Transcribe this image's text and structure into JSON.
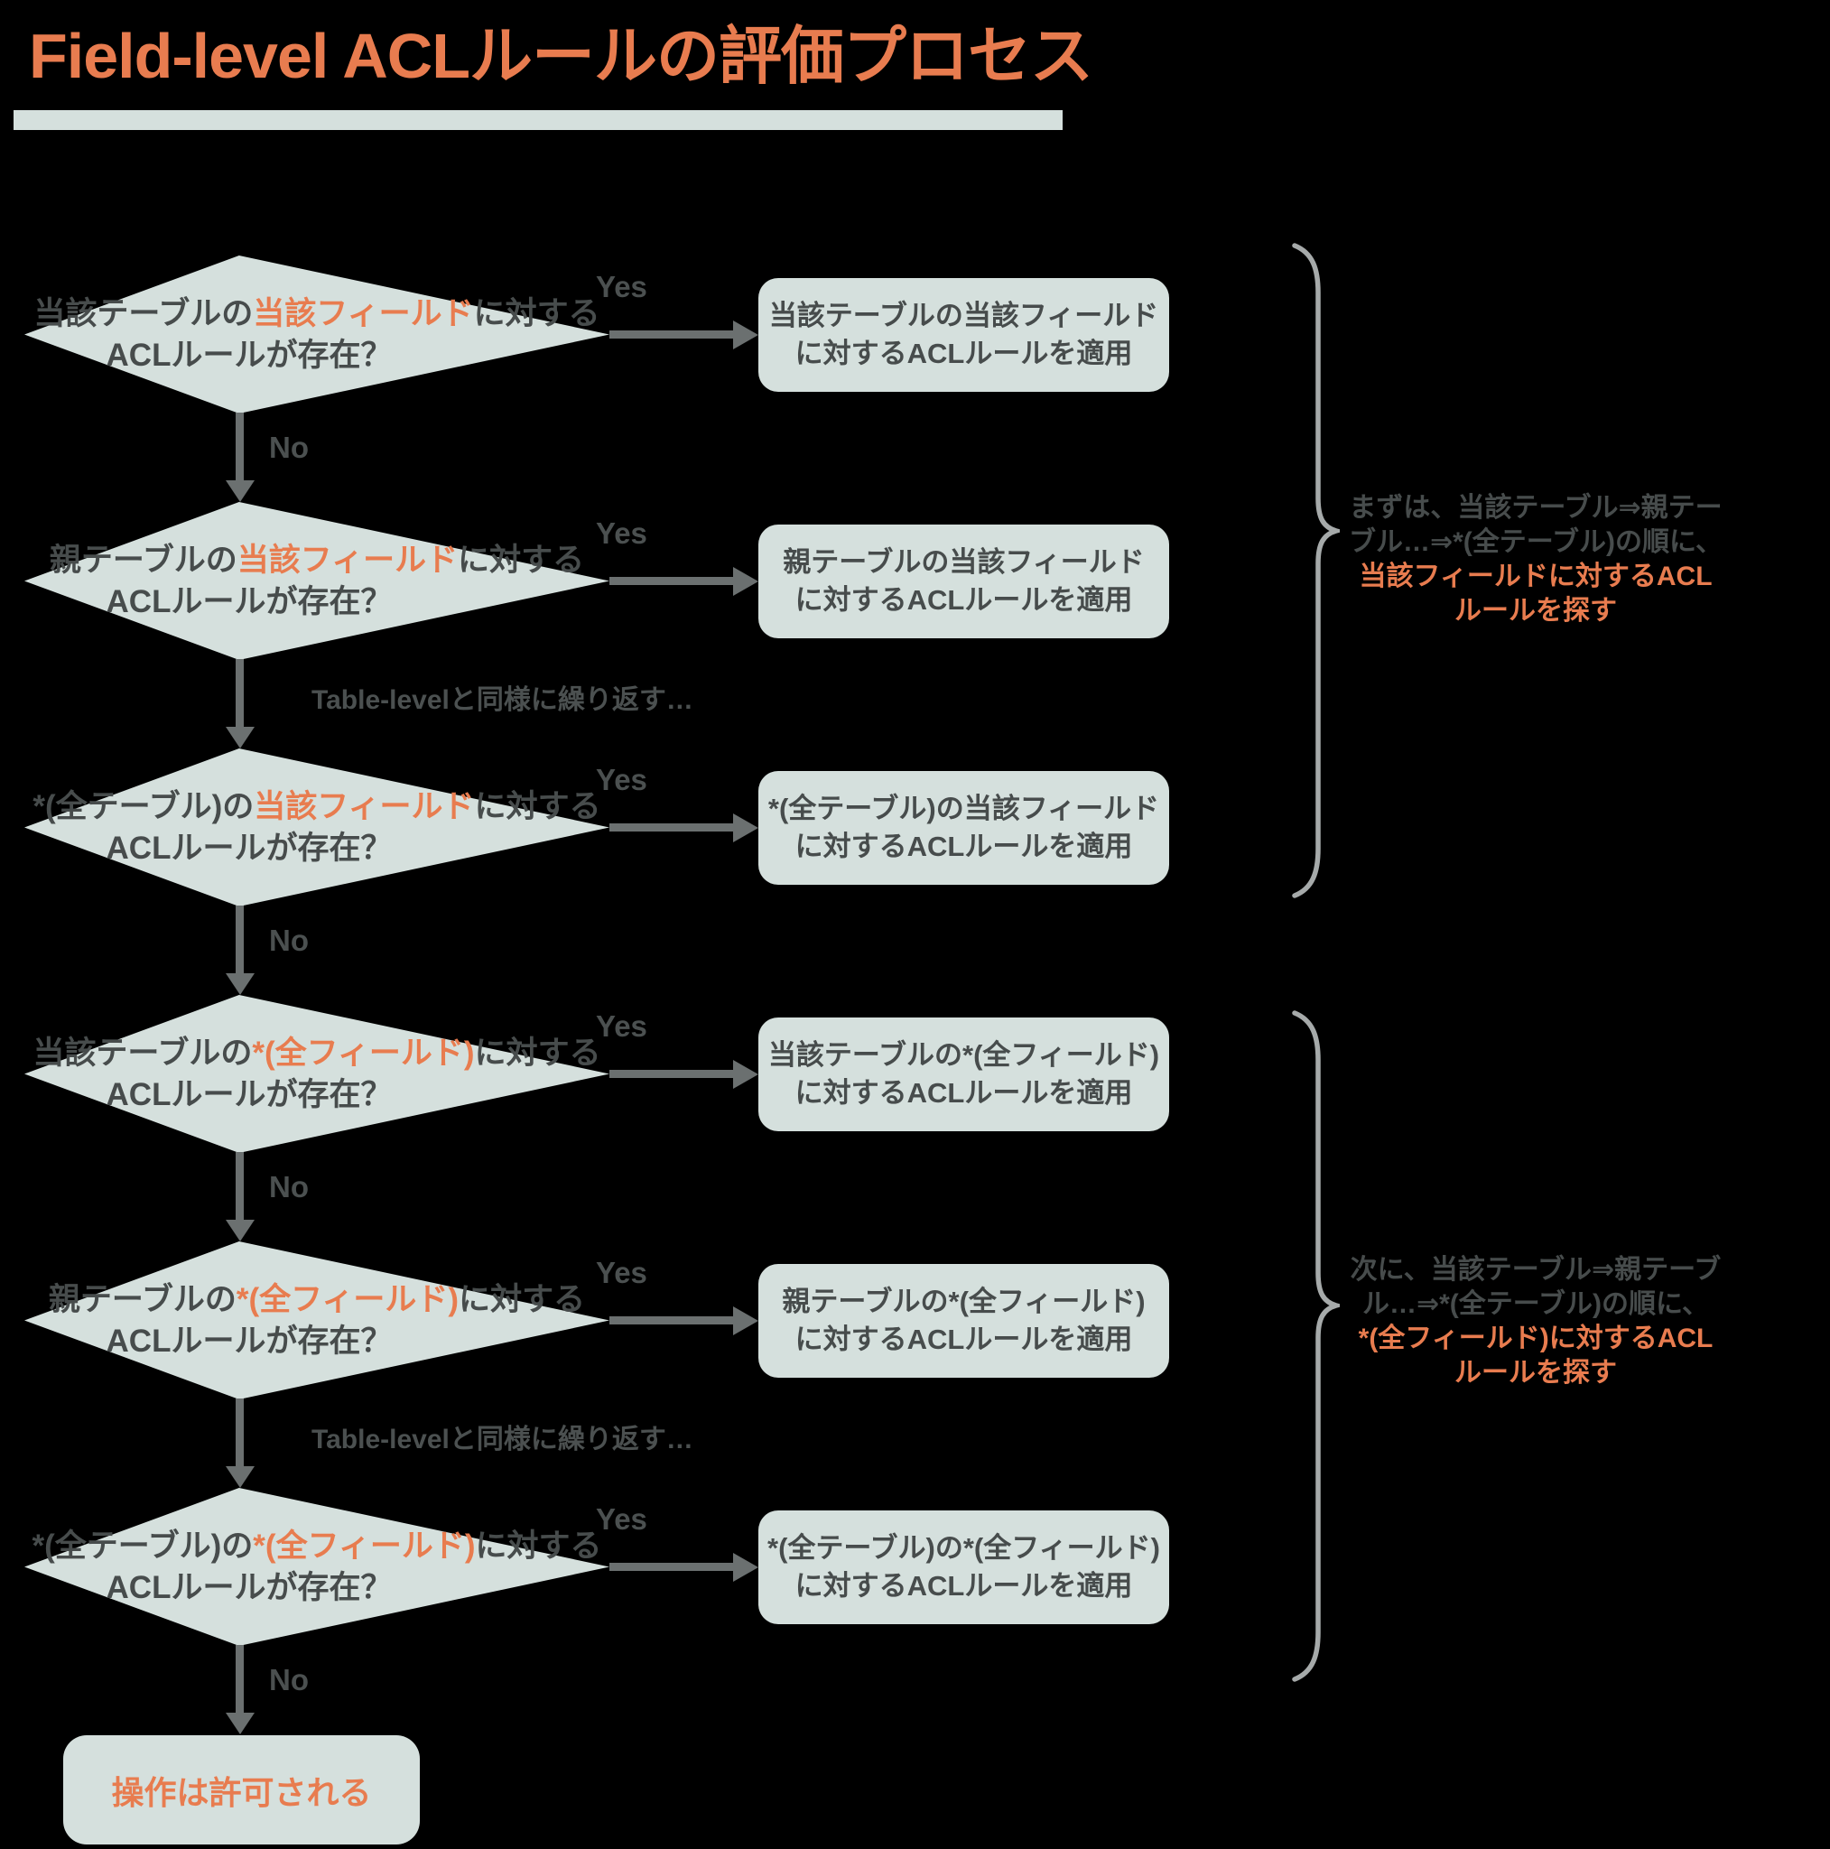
{
  "title": "Field-level ACLルールの評価プロセス",
  "labels": {
    "yes": "Yes"
  },
  "rows": [
    {
      "q_pre": "当該テーブルの",
      "q_highlight": "当該フィールド",
      "q_suffix": "に対する",
      "q_line2": "ACLルールが存在？",
      "action_line1": "当該テーブルの当該フィールド",
      "action_line2": "に対するACLルールを適用",
      "connector": "No"
    },
    {
      "q_pre": "親テーブルの",
      "q_highlight": "当該フィールド",
      "q_suffix": "に対する",
      "q_line2": "ACLルールが存在？",
      "action_line1": "親テーブルの当該フィールド",
      "action_line2": "に対するACLルールを適用",
      "connector": "Table-levelと同様に繰り返す…"
    },
    {
      "q_pre": "*(全テーブル)の",
      "q_highlight": "当該フィールド",
      "q_suffix": "に対する",
      "q_line2": "ACLルールが存在？",
      "action_line1": "*(全テーブル)の当該フィールド",
      "action_line2": "に対するACLルールを適用",
      "connector": "No"
    },
    {
      "q_pre": "当該テーブルの",
      "q_highlight": "*(全フィールド)",
      "q_suffix": "に対する",
      "q_line2": "ACLルールが存在？",
      "action_line1": "当該テーブルの*(全フィールド)",
      "action_line2": "に対するACLルールを適用",
      "connector": "No"
    },
    {
      "q_pre": "親テーブルの",
      "q_highlight": "*(全フィールド)",
      "q_suffix": "に対する",
      "q_line2": "ACLルールが存在？",
      "action_line1": "親テーブルの*(全フィールド)",
      "action_line2": "に対するACLルールを適用",
      "connector": "Table-levelと同様に繰り返す…"
    },
    {
      "q_pre": "*(全テーブル)の",
      "q_highlight": "*(全フィールド)",
      "q_suffix": "に対する",
      "q_line2": "ACLルールが存在？",
      "action_line1": "*(全テーブル)の*(全フィールド)",
      "action_line2": "に対するACLルールを適用",
      "connector": "No"
    }
  ],
  "final": {
    "label": "操作は許可される"
  },
  "annotations": [
    {
      "line1": "まずは、当該テーブル⇒親テー",
      "line2": "ブル…⇒*(全テーブル)の順に、",
      "line3": "当該フィールドに対するACL",
      "line4": "ルールを探す"
    },
    {
      "line1": "次に、当該テーブル⇒親テーブ",
      "line2": "ル…⇒*(全テーブル)の順に、",
      "line3": "*(全フィールド)に対するACL",
      "line4": "ルールを探す"
    }
  ],
  "colors": {
    "accent_orange": "#e87c4f",
    "shape_fill": "#d5e0dd",
    "text_dark": "#474c4c",
    "arrow_gray": "#6b7070",
    "brace_gray": "#a6aaaa",
    "background": "#000000"
  }
}
